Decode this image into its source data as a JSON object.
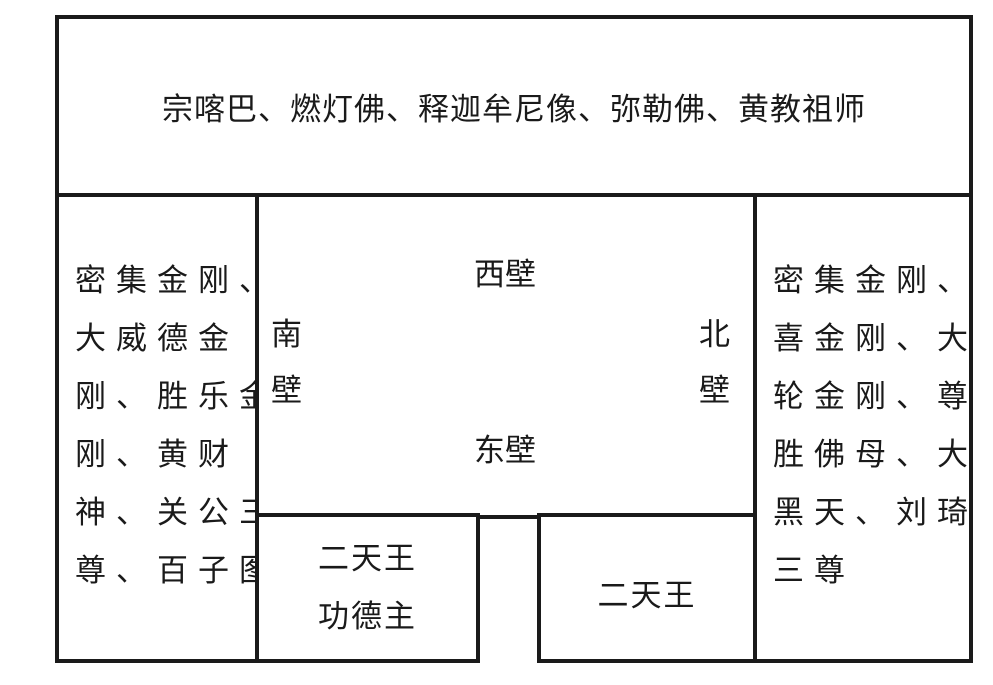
{
  "top": {
    "text": "宗喀巴、燃灯佛、释迦牟尼像、弥勒佛、黄教祖师"
  },
  "left": {
    "lines": [
      "密集金刚、",
      "大威德金",
      "刚、胜乐金",
      "刚、黄财",
      "神、关公三",
      "尊、百子图"
    ]
  },
  "center": {
    "west": "西壁",
    "east": "东壁",
    "south": "南壁",
    "north": "北壁"
  },
  "right": {
    "lines": [
      "密集金刚、",
      "喜金刚、大",
      "轮金刚、尊",
      "胜佛母、大",
      "黑天、刘琦",
      "三尊"
    ]
  },
  "bottom_left": {
    "lines": [
      "二天王",
      "功德主"
    ]
  },
  "bottom_right": {
    "text": "二天王"
  }
}
